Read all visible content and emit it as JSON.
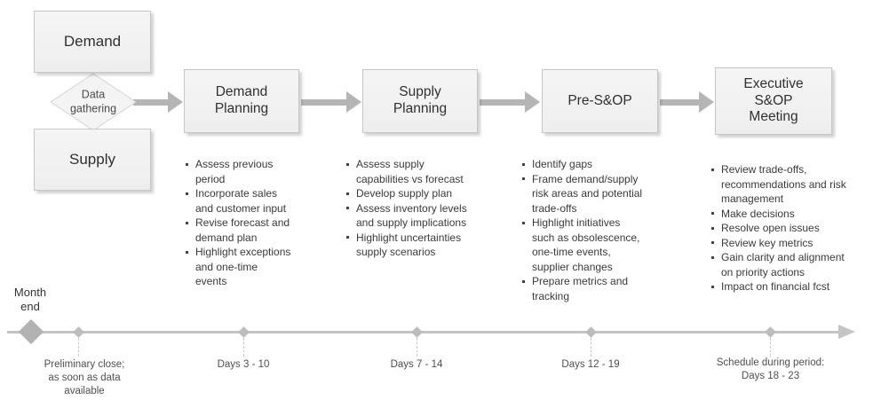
{
  "diagram": {
    "inputs": {
      "demand": "Demand",
      "supply": "Supply",
      "gateway": "Data gathering"
    },
    "stages": [
      {
        "title": "Demand Planning",
        "bullets": [
          "Assess previous period",
          "Incorporate sales and customer input",
          "Revise forecast and demand plan",
          "Highlight exceptions and one-time events"
        ]
      },
      {
        "title": "Supply Planning",
        "bullets": [
          "Assess supply capabilities vs forecast",
          "Develop supply plan",
          "Assess inventory levels and supply implications",
          "Highlight uncertainties supply scenarios"
        ]
      },
      {
        "title": "Pre-S&OP",
        "bullets": [
          "Identify gaps",
          "Frame demand/supply risk areas and potential trade-offs",
          "Highlight initiatives such as obsolescence, one-time events, supplier changes",
          "Prepare metrics and tracking"
        ]
      },
      {
        "title": "Executive S&OP Meeting",
        "bullets": [
          "Review trade-offs, recommendations and risk management",
          "Make decisions",
          "Resolve open issues",
          "Review key metrics",
          "Gain clarity and alignment on priority actions",
          "Impact on financial fcst"
        ]
      }
    ],
    "timeline": {
      "start_label": "Month end",
      "milestones": [
        {
          "label": "Preliminary close; as soon as data available"
        },
        {
          "label": "Days 3 - 10"
        },
        {
          "label": "Days 7 - 14"
        },
        {
          "label": "Days 12 - 19"
        },
        {
          "label": "Schedule during period: Days 18 - 23"
        }
      ]
    },
    "colors": {
      "box_fill": "#f2f2f2",
      "box_border": "#c6c6c6",
      "arrow": "#b5b5b5",
      "timeline": "#c4c4c4",
      "text_dark": "#333333",
      "text_muted": "#4f4f4f"
    }
  }
}
